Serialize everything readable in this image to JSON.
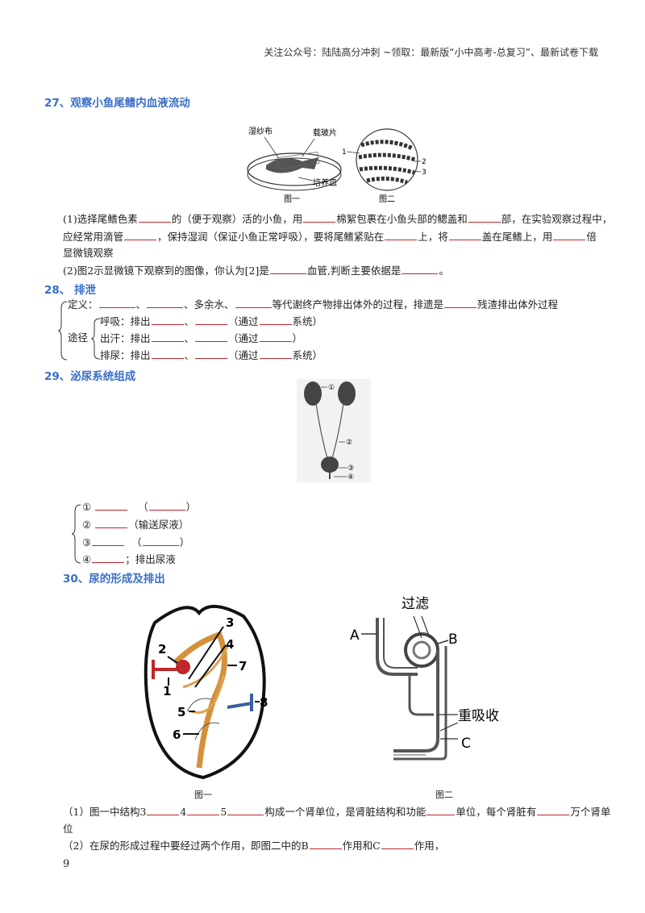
{
  "header": "关注公众号：陆陆高分冲刺 ~领取：最新版“小中高考-总复习”、最新试卷下载",
  "sec27": {
    "title": "27、观察小鱼尾鳍内血液流动",
    "fig1_caption": "图一",
    "fig2_caption": "图二",
    "fig1_labels": [
      "湿纱布",
      "载玻片",
      "培养皿"
    ],
    "fig2_labels": [
      "1",
      "2",
      "3"
    ],
    "q1_a": "(1)选择尾鳍色素",
    "q1_b": "的（便于观察）活的小鱼，用",
    "q1_c": "棉絮包裹在小鱼头部的鳃盖和",
    "q1_d": "部，在实验观察过程中，",
    "q1_e": "应经常用滴管",
    "q1_f": "，保持湿润（保证小鱼正常呼吸），要将尾鳍紧贴在",
    "q1_g": "上，将",
    "q1_h": "盖在尾鳍上，用",
    "q1_i": "倍",
    "q1_j": "显微镜观察",
    "q2_a": "(2)图2示显微镜下观察到的图像，你认为[2]是",
    "q2_b": "血管,判断主要依据是",
    "q2_c": "。"
  },
  "sec28": {
    "title": "28、 排泄",
    "def_a": "定义：",
    "sep": "、",
    "def_b": "、多余水、",
    "def_c": "等代谢终产物排出体外的过程，排遗是",
    "def_d": "残渣排出体外过程",
    "route_label": "途径",
    "r1": "呼吸：排出",
    "r2": "出汗：排出",
    "r3": "排尿：排出",
    "via": "（通过",
    "system": "系统）",
    "close": "）"
  },
  "sec29": {
    "title": "29、泌尿系统组成",
    "fig_labels": [
      "①",
      "②",
      "③",
      "④"
    ],
    "i1": "①",
    "i2": "②",
    "i2b": "（输送尿液）",
    "i3": "③",
    "i4": "④",
    "i4b": "；排出尿液",
    "lp": "（",
    "rp": "）"
  },
  "sec30": {
    "title": "30、尿的形成及排出",
    "fig1_caption": "图一",
    "fig2_caption": "图二",
    "fig1_labels": [
      "1",
      "2",
      "3",
      "4",
      "5",
      "6",
      "7",
      "8"
    ],
    "fig2_labels": {
      "a": "A",
      "b": "B",
      "c": "C",
      "filter": "过滤",
      "reabsorb": "重吸收"
    },
    "q1_a": "（1）图一中结构3",
    "q1_b": "4",
    "q1_c": "5",
    "q1_d": "构成一个肾单位，是肾脏结构和功能",
    "q1_e": "单位，每个肾脏有",
    "q1_f": "万个肾单",
    "q1_g": "位",
    "q2_a": "（2）在尿的形成过程中要经过两个作用，即图二中的B",
    "q2_b": "作用和C",
    "q2_c": "作用，"
  },
  "page_number": "9"
}
